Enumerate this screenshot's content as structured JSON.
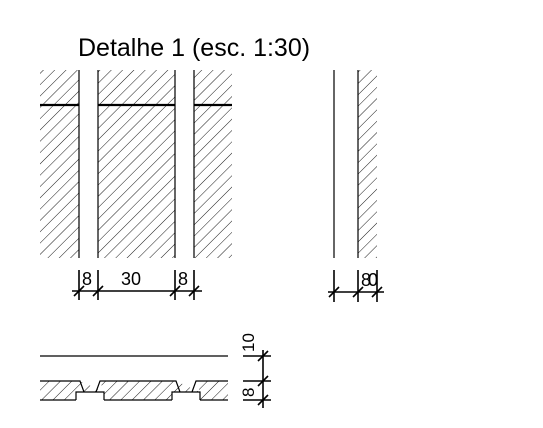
{
  "title": "Detalhe 1 (esc. 1:30)",
  "dimensions": {
    "plan_left": "8",
    "plan_middle": "30",
    "plan_right": "8",
    "section_width": "8",
    "section_gap": "0",
    "bottom_top": "10",
    "bottom_bottom": "8"
  },
  "colors": {
    "line": "#000000",
    "background": "#ffffff"
  }
}
